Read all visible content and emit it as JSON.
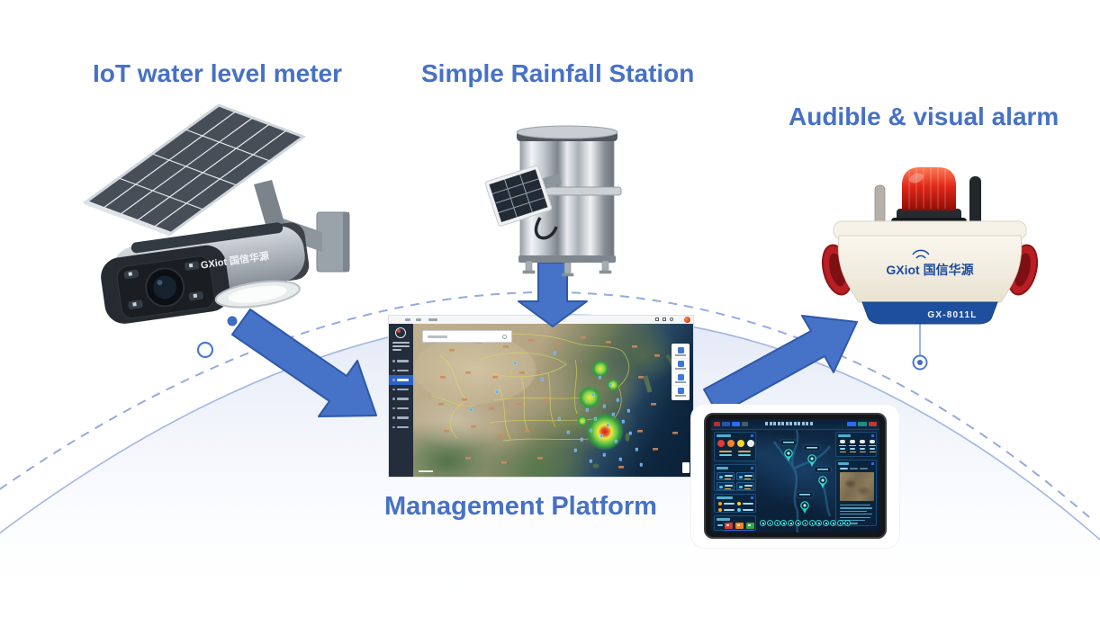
{
  "headings": {
    "water_level_meter": "IoT water level meter",
    "rainfall_station": "Simple Rainfall Station",
    "alarm": "Audible & visual alarm",
    "platform": "Management Platform"
  },
  "devices": {
    "water_level_meter": {
      "brand": "GXiot 国信华源"
    },
    "rainfall_station": {},
    "alarm": {
      "brand": "GXiot 国信华源",
      "model": "GX-8011L"
    }
  },
  "colors": {
    "heading_blue": "#4671C6",
    "arrow_fill": "#4673C8",
    "arrow_edge": "#2E59A8",
    "arc_blue": "#93ABDF",
    "alarm_band_blue": "#1D4F9E",
    "beacon_red": "#E02718",
    "platform_sidebar": "#232D3B",
    "tablet_screen": "#0C2038"
  }
}
